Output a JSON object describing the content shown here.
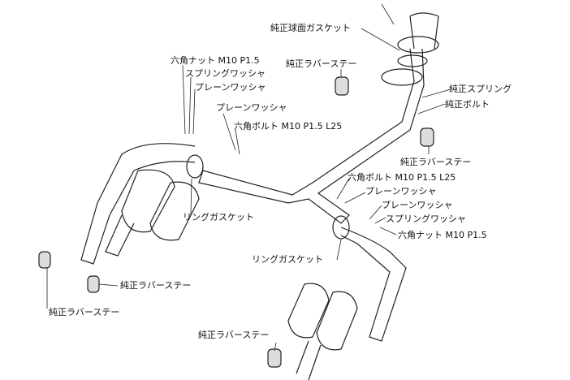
{
  "labels": {
    "gasket_top": "純正球面ガスケット",
    "nut_left": "六角ナット M10 P1.5",
    "spring_washer_left": "スプリングワッシャ",
    "plain_washer_left1": "プレーンワッシャ",
    "rubber_stay_top": "純正ラバーステー",
    "spring": "純正スプリング",
    "bolt": "純正ボルト",
    "plain_washer_left2": "プレーンワッシャ",
    "hex_bolt_left": "六角ボルト M10 P1.5 L25",
    "rubber_stay_right": "純正ラバーステー",
    "hex_bolt_right": "六角ボルト M10 P1.5 L25",
    "plain_washer_right1": "プレーンワッシャ",
    "plain_washer_right2": "プレーンワッシャ",
    "spring_washer_right": "スプリングワッシャ",
    "nut_right": "六角ナット M10 P1.5",
    "ring_gasket_left": "リングガスケット",
    "ring_gasket_right": "リングガスケット",
    "rubber_stay_mid_left": "純正ラバーステー",
    "rubber_stay_bottom_left": "純正ラバーステー",
    "rubber_stay_bottom": "純正ラバーステー"
  }
}
